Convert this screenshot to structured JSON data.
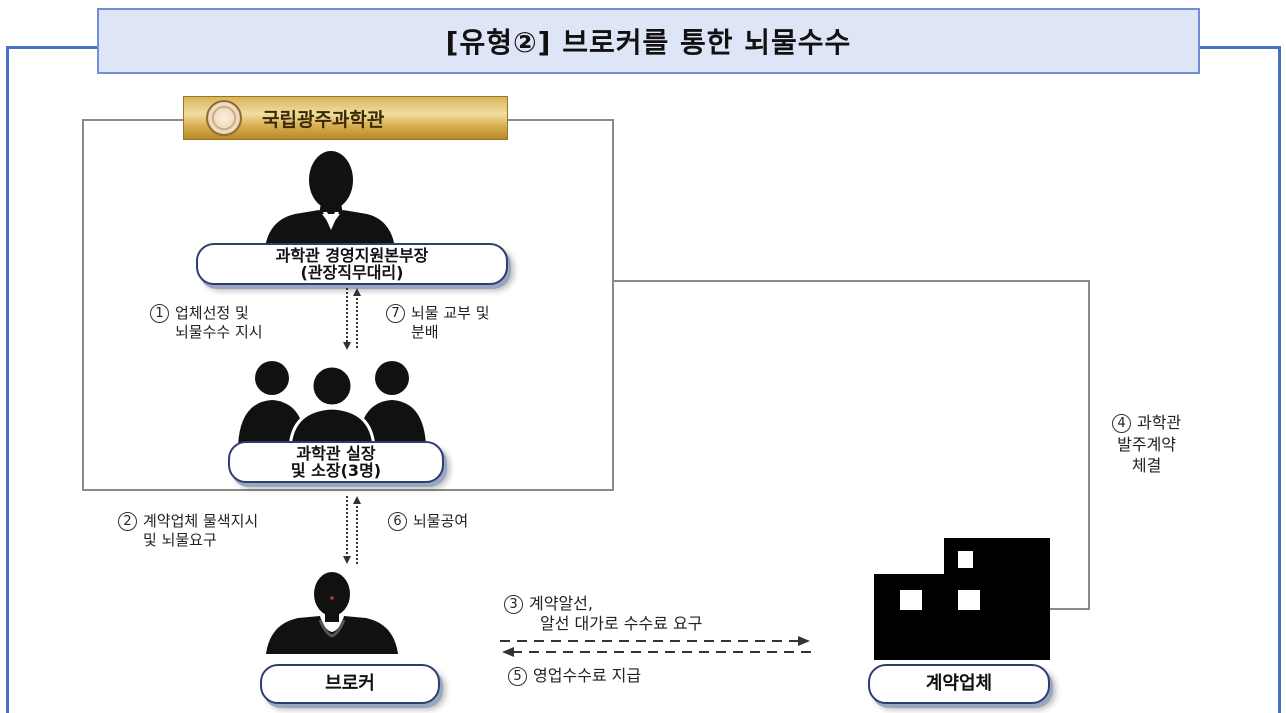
{
  "title": "[유형②] 브로커를 통한 뇌물수수",
  "institution": "국립광주과학관",
  "nodes": {
    "deputy_director": {
      "line1": "과학관 경영지원본부장",
      "line2": "(관장직무대리)"
    },
    "managers": {
      "line1": "과학관 실장",
      "line2": "및 소장(3명)"
    },
    "broker": {
      "label": "브로커"
    },
    "contractor": {
      "label": "계약업체"
    }
  },
  "steps": {
    "s1": {
      "num": "1",
      "line1": "업체선정 및",
      "line2": "뇌물수수 지시"
    },
    "s2": {
      "num": "2",
      "line1": "계약업체 물색지시",
      "line2": "및 뇌물요구"
    },
    "s3": {
      "num": "3",
      "line1": "계약알선,",
      "line2": "알선 대가로 수수료 요구"
    },
    "s4": {
      "num": "4",
      "line1": "과학관",
      "line2": "발주계약",
      "line3": "체결"
    },
    "s5": {
      "num": "5",
      "line1": "영업수수료 지급"
    },
    "s6": {
      "num": "6",
      "line1": "뇌물공여"
    },
    "s7": {
      "num": "7",
      "line1": "뇌물 교부 및",
      "line2": "분배"
    }
  },
  "colors": {
    "frame": "#4a72c4",
    "title_bg": "#dde5f6",
    "pill_border": "#2d3f6e",
    "gold": "#d9b55c"
  }
}
